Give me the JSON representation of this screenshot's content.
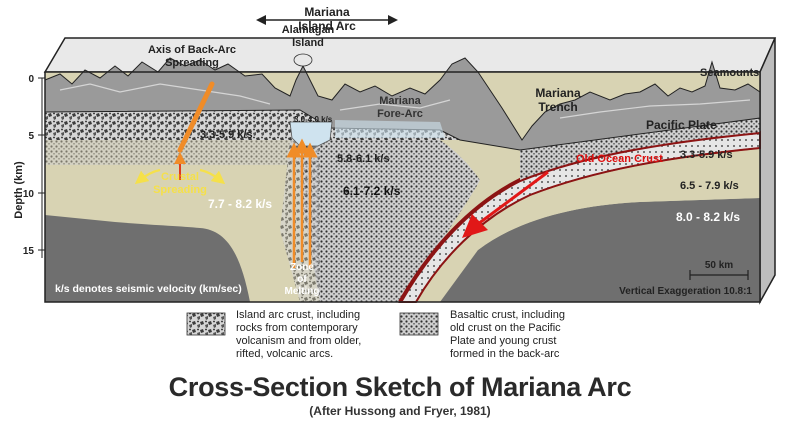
{
  "header": {
    "region_line1": "Mariana",
    "region_line2": "Island Arc"
  },
  "axis": {
    "label": "Depth (km)",
    "ticks": [
      "0",
      "5",
      "10",
      "15"
    ]
  },
  "features": {
    "back_arc_line1": "Axis of Back-Arc",
    "back_arc_line2": "Spreading",
    "alamagan_line1": "Alamagan",
    "alamagan_line2": "Island",
    "fore_arc_line1": "Mariana",
    "fore_arc_line2": "Fore-Arc",
    "trench_line1": "Mariana",
    "trench_line2": "Trench",
    "seamounts": "Seamounts",
    "pacific_plate": "Pacific Plate",
    "old_ocean_crust": "Old Ocean Crust",
    "crustal_spreading_line1": "Crustal",
    "crustal_spreading_line2": "Spreading",
    "zone_line1": "Zone",
    "zone_line2": "of",
    "zone_line3": "Melting"
  },
  "velocities": {
    "v_3_3_5_9_left": "3.3-5.9 k/s",
    "v_3_0_4_0": "3.0-4.0 k/s",
    "v_5_8_6_1": "5.8-6.1 k/s",
    "v_6_1_7_2": "6.1-7.2 k/s",
    "v_7_7_8_2": "7.7 - 8.2 k/s",
    "v_3_3_5_9_right": "3.3-5.9 k/s",
    "v_6_5_7_9": "6.5 - 7.9 k/s",
    "v_8_0_8_2": "8.0 - 8.2 k/s"
  },
  "notes": {
    "seismic": "k/s denotes seismic velocity (km/sec)",
    "scale": "50 km",
    "exaggeration": "Vertical Exaggeration 10.8:1"
  },
  "legend": {
    "island_arc": [
      "Island arc crust, including",
      "rocks from contemporary",
      "volcanism and from older,",
      "rifted, volcanic arcs."
    ],
    "basaltic": [
      "Basaltic crust, including",
      "old crust on the Pacific",
      "Plate and young crust",
      "formed in the back-arc"
    ]
  },
  "title": "Cross-Section Sketch of Mariana Arc",
  "subtitle": "(After Hussong and Fryer, 1981)",
  "colors": {
    "mantle_dark": "#6f6f6f",
    "mantle_light": "#d8d3b3",
    "crust_red": "#8c1414",
    "old_ocean_crust_text": "#e01010",
    "arrow_orange": "#f08c28",
    "crustal_spreading_text": "#f5e04a",
    "sky_blue": "#cfe3ef"
  }
}
